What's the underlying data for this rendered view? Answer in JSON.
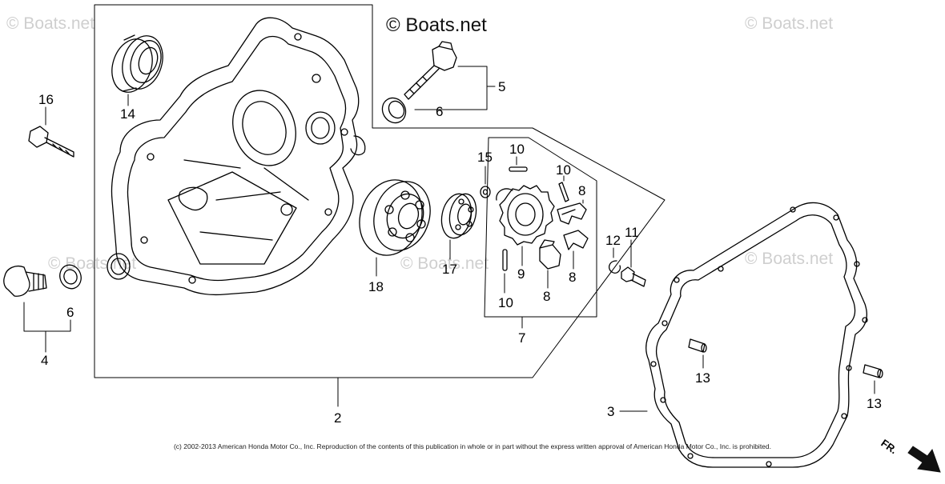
{
  "watermark": {
    "text": "© Boats.net"
  },
  "brand": "© Boats.net",
  "callouts": {
    "c2": "2",
    "c3": "3",
    "c4": "4",
    "c5": "5",
    "c6a": "6",
    "c6b": "6",
    "c7": "7",
    "c8a": "8",
    "c8b": "8",
    "c8c": "8",
    "c9": "9",
    "c10a": "10",
    "c10b": "10",
    "c10c": "10",
    "c11": "11",
    "c12": "12",
    "c13a": "13",
    "c13b": "13",
    "c14": "14",
    "c15": "15",
    "c16": "16",
    "c17": "17",
    "c18": "18"
  },
  "copyright": "(c) 2002-2013 American Honda Motor Co., Inc. Reproduction of the contents of this publication in whole or in part without the express written approval of American Honda Motor Co., Inc. is prohibited.",
  "direction_indicator": "FR."
}
